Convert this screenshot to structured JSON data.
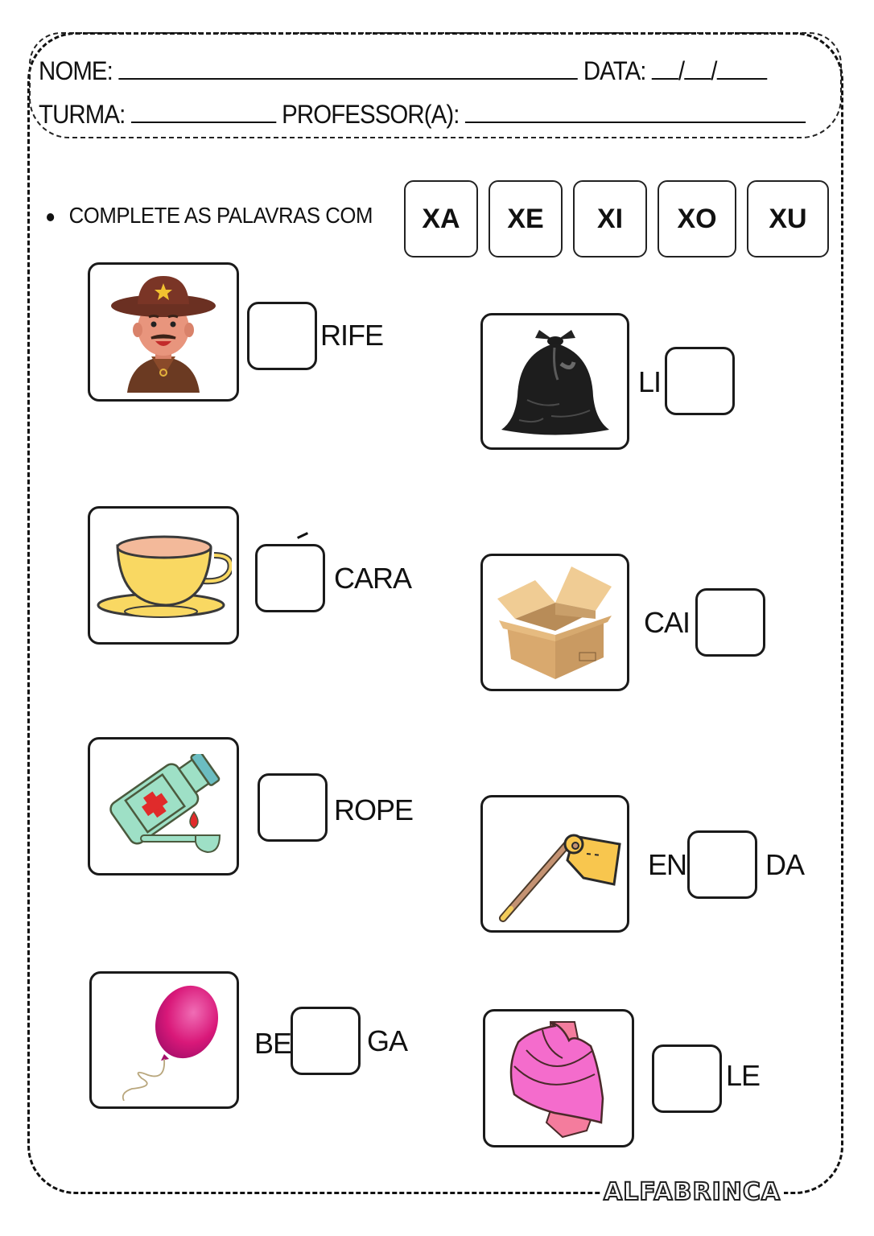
{
  "header": {
    "name_label": "NOME:",
    "date_label": "DATA:",
    "date_format": "__/__/___",
    "class_label": "TURMA:",
    "teacher_label": "PROFESSOR(A):"
  },
  "instruction": {
    "text": "COMPLETE AS PALAVRAS COM",
    "syllables": [
      "XA",
      "XE",
      "XI",
      "XO",
      "XU"
    ]
  },
  "exercises": [
    {
      "image": "sheriff-cowboy",
      "before": "",
      "after": "RIFE",
      "accent": false
    },
    {
      "image": "garbage-bag",
      "before": "LI",
      "after": "",
      "accent": false
    },
    {
      "image": "teacup",
      "before": "",
      "after": "CARA",
      "accent": true,
      "accent_mark": "´"
    },
    {
      "image": "cardboard-box",
      "before": "CAI",
      "after": "",
      "accent": false
    },
    {
      "image": "syrup-bottle",
      "before": "",
      "after": "ROPE",
      "accent": false
    },
    {
      "image": "hoe",
      "before": "EN",
      "after": "DA",
      "accent": false
    },
    {
      "image": "balloon",
      "before": "BE",
      "after": "GA",
      "accent": false
    },
    {
      "image": "shawl",
      "before": "",
      "after": "LE",
      "accent": false
    }
  ],
  "footer": {
    "brand": "ALFABRINCA"
  }
}
